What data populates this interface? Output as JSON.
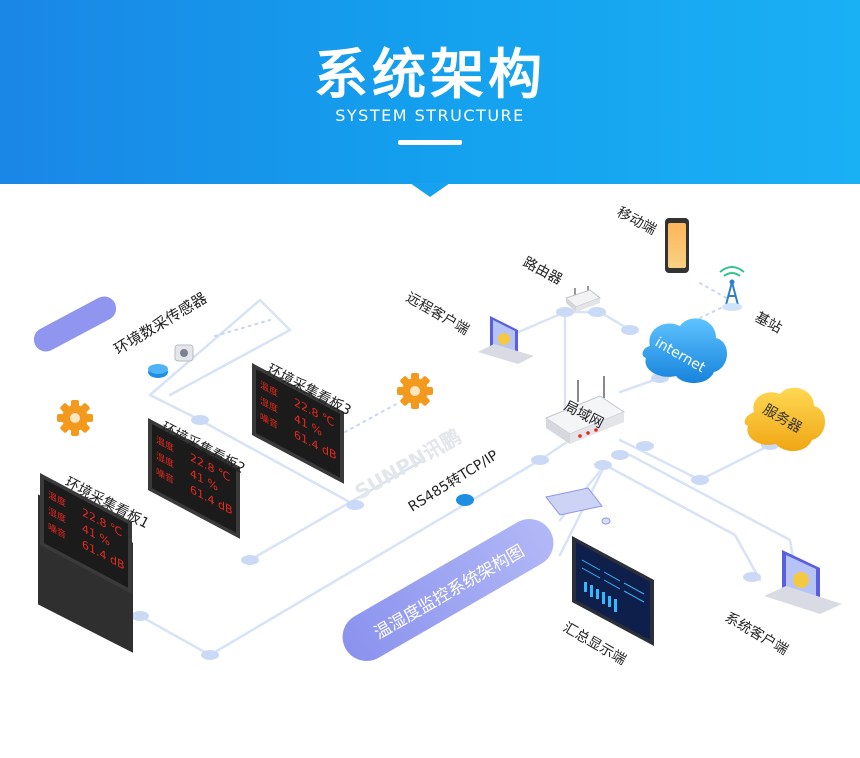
{
  "header": {
    "title": "系统架构",
    "subtitle": "SYSTEM STRUCTURE"
  },
  "labels": {
    "mobile": "移动端",
    "router": "路由器",
    "remote_client": "远程客户端",
    "base_station": "基站",
    "internet": "internet",
    "lan": "局域网",
    "server": "服务器",
    "sensor": "环境数采传感器",
    "board1": "环境采集看板1",
    "board2": "环境采集看板2",
    "board3": "环境采集看板3",
    "rs485": "RS485转TCP/IP",
    "summary_display": "汇总显示端",
    "system_client": "系统客户端",
    "watermark": "SUNPN讯鹏",
    "banner": "温湿度监控系统架构图"
  },
  "board_readings": {
    "temp_label": "温度",
    "humid_label": "湿度",
    "noise_label": "噪音",
    "temp_value": "22.8 ℃",
    "humid_value": "41 %",
    "noise_value": "61.4 dB"
  },
  "colors": {
    "header_start": "#1a86e6",
    "header_end": "#1ab0f4",
    "line": "#d6e1f5",
    "dot": "#c9d8f6",
    "accent_purple": "#8e95f0",
    "cloud_blue": "#1e9be8",
    "cloud_yellow": "#f7c024",
    "led_red": "#e8281e",
    "gear_orange": "#f39a1e"
  }
}
